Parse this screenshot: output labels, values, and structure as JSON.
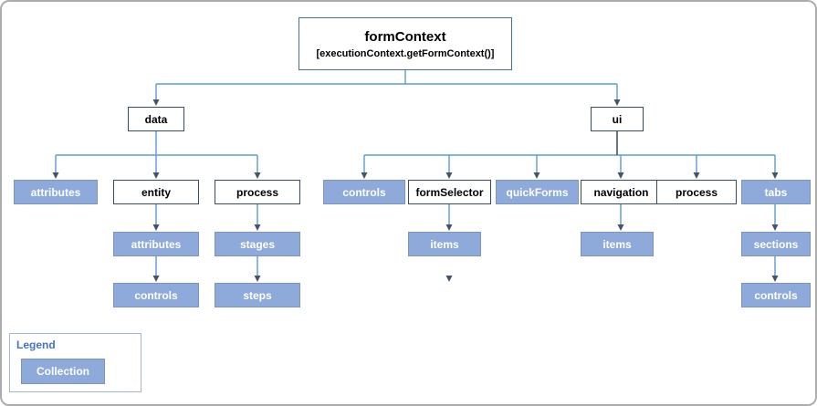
{
  "diagram": {
    "root": {
      "title": "formContext",
      "subtitle": "[executionContext.getFormContext()]"
    },
    "nodes": {
      "data": "data",
      "ui": "ui",
      "data_attributes": "attributes",
      "data_entity": "entity",
      "data_process": "process",
      "entity_attributes": "attributes",
      "entity_controls": "controls",
      "process_stages": "stages",
      "process_steps": "steps",
      "ui_controls": "controls",
      "ui_formSelector": "formSelector",
      "ui_quickForms": "quickForms",
      "ui_navigation": "navigation",
      "ui_process": "process",
      "ui_tabs": "tabs",
      "formSelector_items": "items",
      "navigation_items": "items",
      "tabs_sections": "sections",
      "tabs_controls": "controls"
    },
    "legend": {
      "title": "Legend",
      "collection": "Collection"
    },
    "colors": {
      "collection_fill": "#8EAADB",
      "object_border": "#3A4A63",
      "root_border": "#41719C",
      "connector_line": "#5B9BD5",
      "arrowhead": "#44546A",
      "legend_title_text": "#4472C4"
    }
  }
}
